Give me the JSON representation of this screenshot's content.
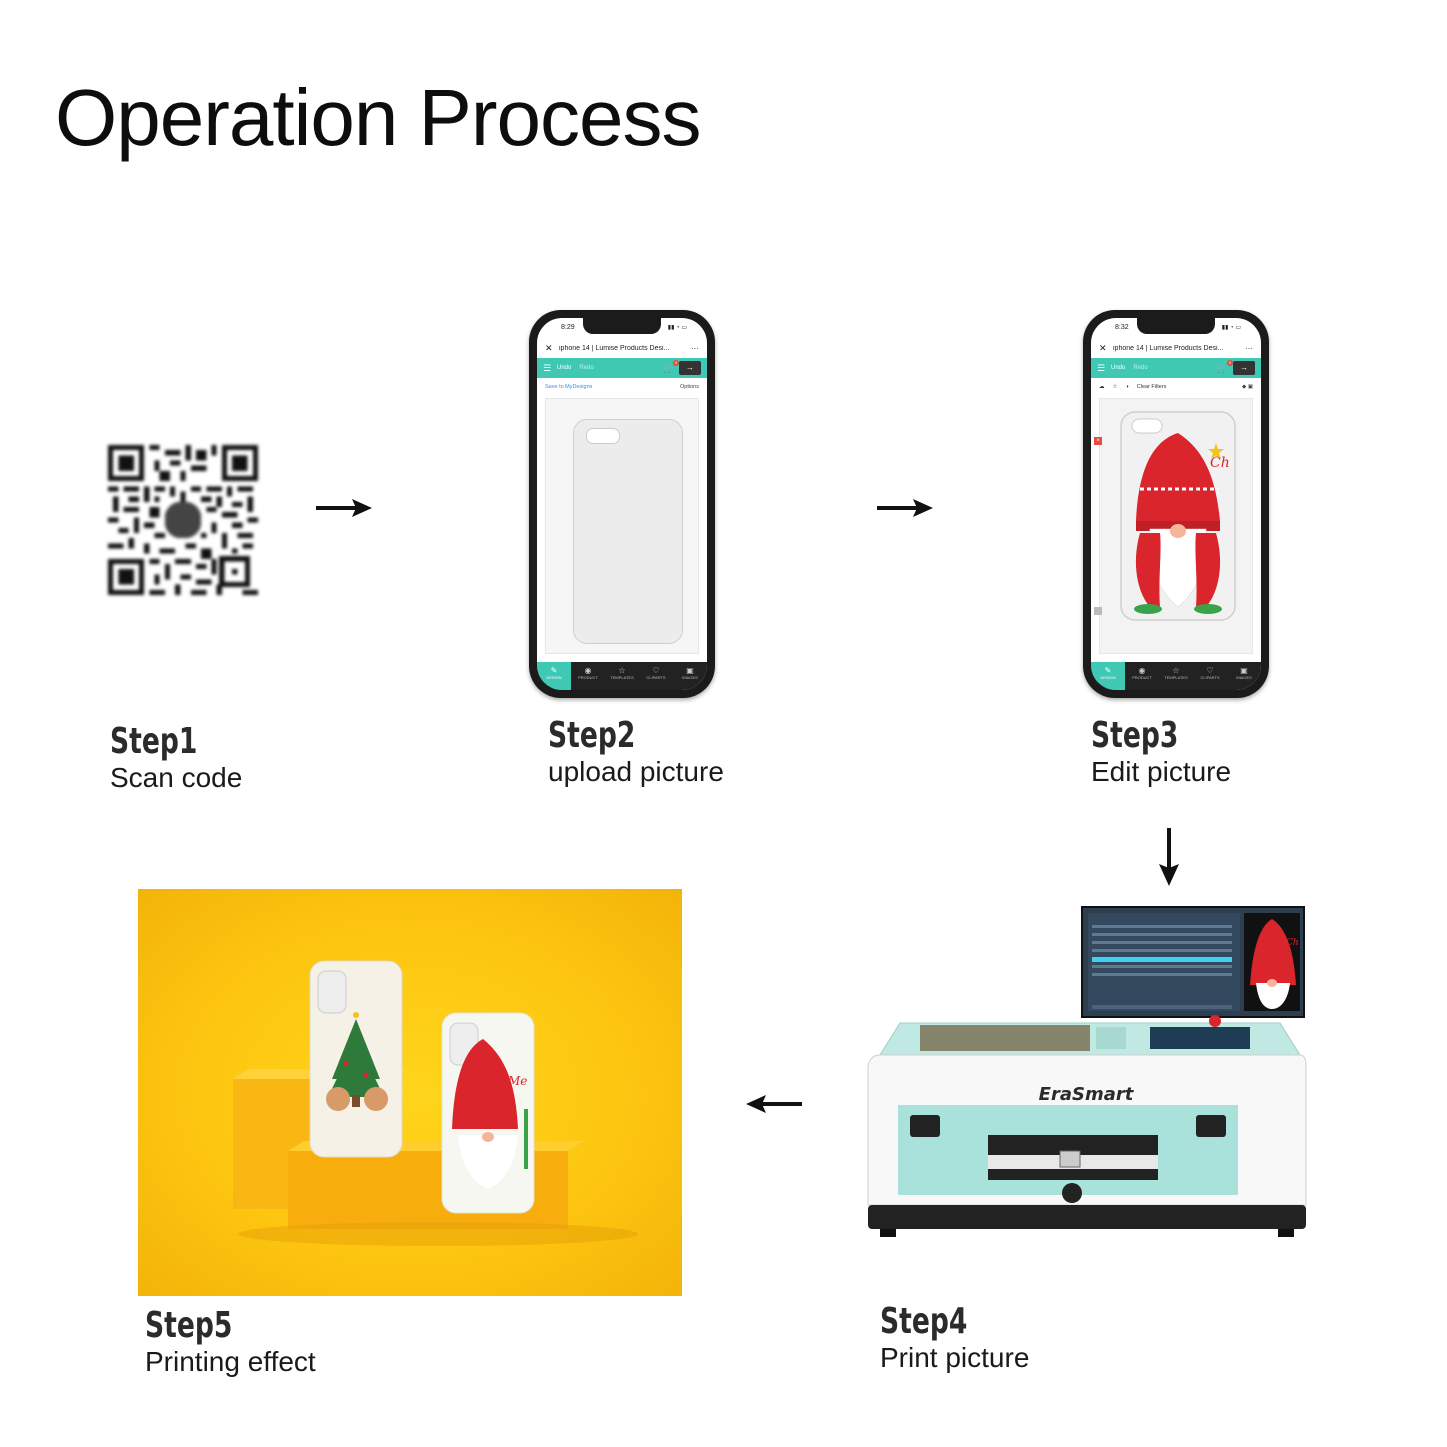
{
  "title": "Operation Process",
  "steps": [
    {
      "num": "Step1",
      "desc": "Scan code"
    },
    {
      "num": "Step2",
      "desc": "upload picture"
    },
    {
      "num": "Step3",
      "desc": "Edit picture"
    },
    {
      "num": "Step4",
      "desc": "Print picture"
    },
    {
      "num": "Step5",
      "desc": "Printing effect"
    }
  ],
  "phone2": {
    "time": "8:29",
    "tab_title": "iphone 14 | Lumise Products Desi...",
    "undo": "Undo",
    "redo": "Redo",
    "save": "Save to MyDesigns",
    "options": "Options",
    "nav": [
      "DESIGN",
      "PRODUCT",
      "TEMPLATES",
      "CLIPARTS",
      "IMAGES"
    ]
  },
  "phone3": {
    "time": "8:32",
    "tab_title": "iphone 14 | Lumise Products Desi...",
    "undo": "Undo",
    "redo": "Redo",
    "clear": "Clear Filters",
    "nav": [
      "DESIGN",
      "PRODUCT",
      "TEMPLATES",
      "CLIPARTS",
      "IMAGES"
    ]
  },
  "printer_brand": "EraSmart",
  "colors": {
    "accent": "#3fc9b5",
    "photo_bg": "#fdc610",
    "printer_panel": "#bfe9e2",
    "gnome_red": "#d9252b"
  }
}
